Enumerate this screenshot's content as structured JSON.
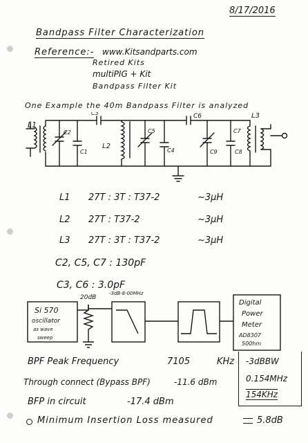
{
  "date": "8/17/2016",
  "title": "Bandpass Filter Characterization",
  "reference": {
    "label": "Reference:-",
    "lines": [
      "www.Kitsandparts.com",
      "Retired Kits",
      "multiPIG + Kit",
      "Bandpass Filter Kit"
    ]
  },
  "example_line": "One Example the 40m Bandpass Filter is analyzed",
  "schematic": {
    "labels": {
      "L1": "L1",
      "C2": "C2",
      "C1": "C1",
      "C3": "C3",
      "L2": "L2",
      "C5": "C5",
      "C4": "C4",
      "C6": "C6",
      "C9": "C9",
      "C7": "C7",
      "C8": "C8",
      "L3": "L3"
    }
  },
  "inductors": [
    {
      "name": "L1",
      "spec": "27T : 3T : T37-2",
      "value": "~3µH"
    },
    {
      "name": "L2",
      "spec": "27T : T37-2",
      "value": "~3µH"
    },
    {
      "name": "L3",
      "spec": "27T : 3T : T37-2",
      "value": "~3µH"
    }
  ],
  "capacitors": [
    {
      "text": "C2, C5, C7 : 130pF"
    },
    {
      "text": "C3, C6 : 3.0pF"
    }
  ],
  "block_diagram": {
    "source_lines": [
      "Si 570",
      "oscillator",
      "as wave",
      "sweep"
    ],
    "attenuator_label": "20dB",
    "lpf_label": "-3dB-8-00MHz",
    "meter_lines": [
      "Digital",
      "Power",
      "Meter",
      "AD8307",
      "500hm"
    ]
  },
  "results": [
    {
      "label": "BPF Peak Frequency",
      "value": "7105",
      "unit": "KHz"
    },
    {
      "label": "Through connect (Bypass BPF)",
      "value": "-11.6 dBm"
    },
    {
      "label": "BFP in circuit",
      "value": "-17.4 dBm"
    },
    {
      "label": "Minimum Insertion Loss measured",
      "value": "5.8dB"
    }
  ],
  "bandwidth": {
    "label": "-3dBBW",
    "calc": "0.154MHz",
    "result": "154KHz"
  }
}
